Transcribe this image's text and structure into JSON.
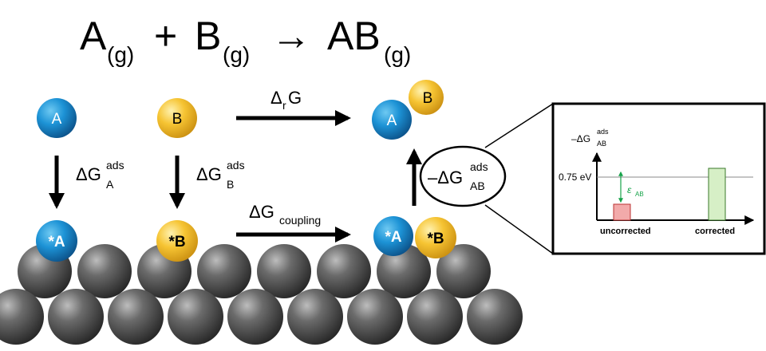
{
  "equation": {
    "reactant_a": "A",
    "reactant_a_sub": "(g)",
    "plus": "+",
    "reactant_b": "B",
    "reactant_b_sub": "(g)",
    "arrow": "→",
    "product": "AB",
    "product_sub": "(g)"
  },
  "species": {
    "a_gas": "A",
    "b_gas": "B",
    "a_ads": "*A",
    "b_ads": "*B",
    "ab_a": "A",
    "ab_b": "B",
    "ab_ads_a": "*A",
    "ab_ads_b": "*B"
  },
  "labels": {
    "delta": "Δ",
    "g": "G",
    "r": "r",
    "ads": "ads",
    "a": "A",
    "b": "B",
    "ab": "AB",
    "coupling": "coupling",
    "minus": "–"
  },
  "inset": {
    "y_label_minus": "–ΔG",
    "y_label_sup": "ads",
    "y_label_sub": "AB",
    "threshold_label": "0.75 eV",
    "epsilon": "ε",
    "epsilon_sub": "AB",
    "bar_uncorrected_label": "uncorrected",
    "bar_corrected_label": "corrected",
    "uncorrected_color": "#f2aaaa",
    "corrected_color": "#d6efc6",
    "epsilon_color": "#17a34a"
  },
  "colors": {
    "blue_ball": "#1f8fd0",
    "yellow_ball": "#f6c23a",
    "surface_atom": "#4a4a4a"
  }
}
